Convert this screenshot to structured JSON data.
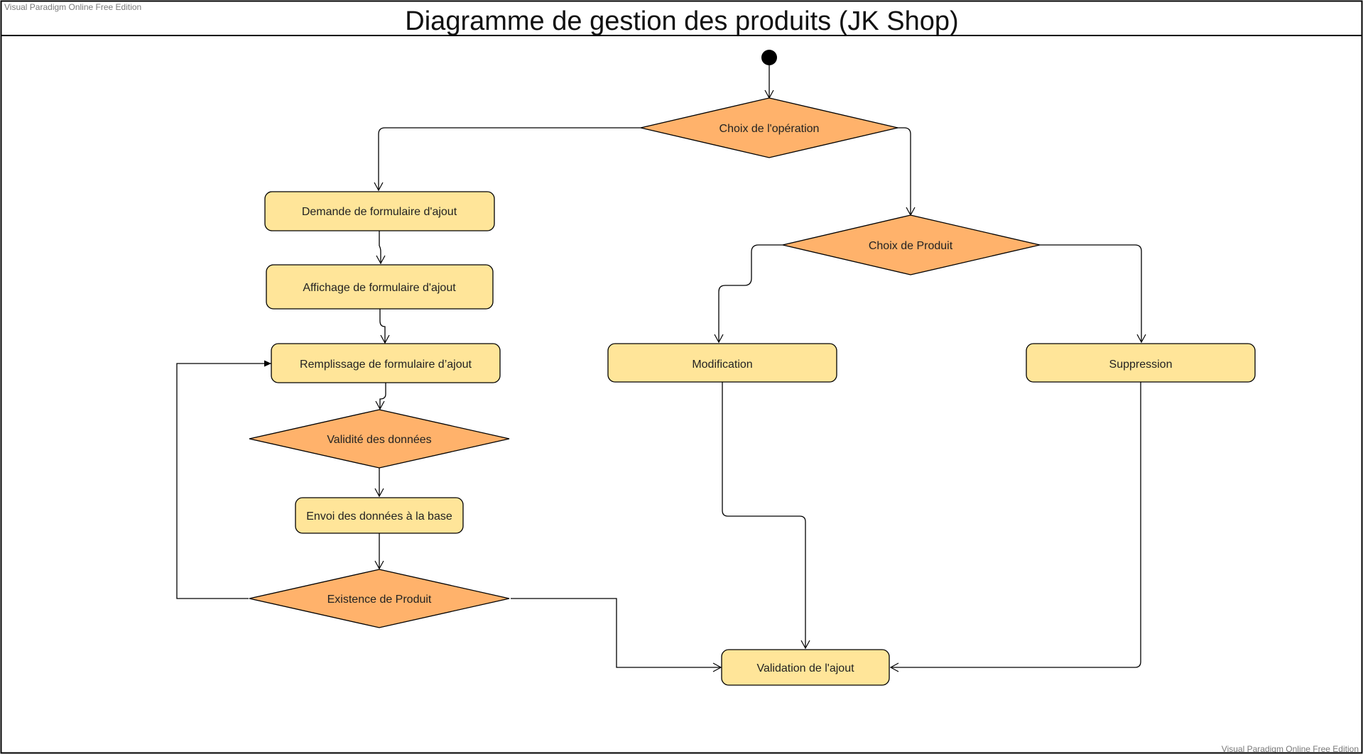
{
  "watermark": {
    "top": "Visual Paradigm Online Free Edition",
    "bottom": "Visual Paradigm Online Free Edition"
  },
  "diagram": {
    "title": "Diagramme de gestion des produits (JK Shop)",
    "nodes": {
      "choix_operation": "Choix de l'opération",
      "demande_formulaire": "Demande de formulaire d'ajout",
      "affichage_formulaire": "Affichage de formulaire d'ajout",
      "remplissage_formulaire": "Remplissage de formulaire d’ajout",
      "validite_donnees": "Validité des données",
      "envoi_donnees": "Envoi des données à la base",
      "existence_produit": "Existence de Produit",
      "choix_produit": "Choix de Produit",
      "modification": "Modification",
      "suppression": "Suppression",
      "validation_ajout": "Validation de l'ajout"
    }
  },
  "colors": {
    "action_fill": "#FFE599",
    "decision_fill": "#FFB26B",
    "stroke": "#000000"
  }
}
